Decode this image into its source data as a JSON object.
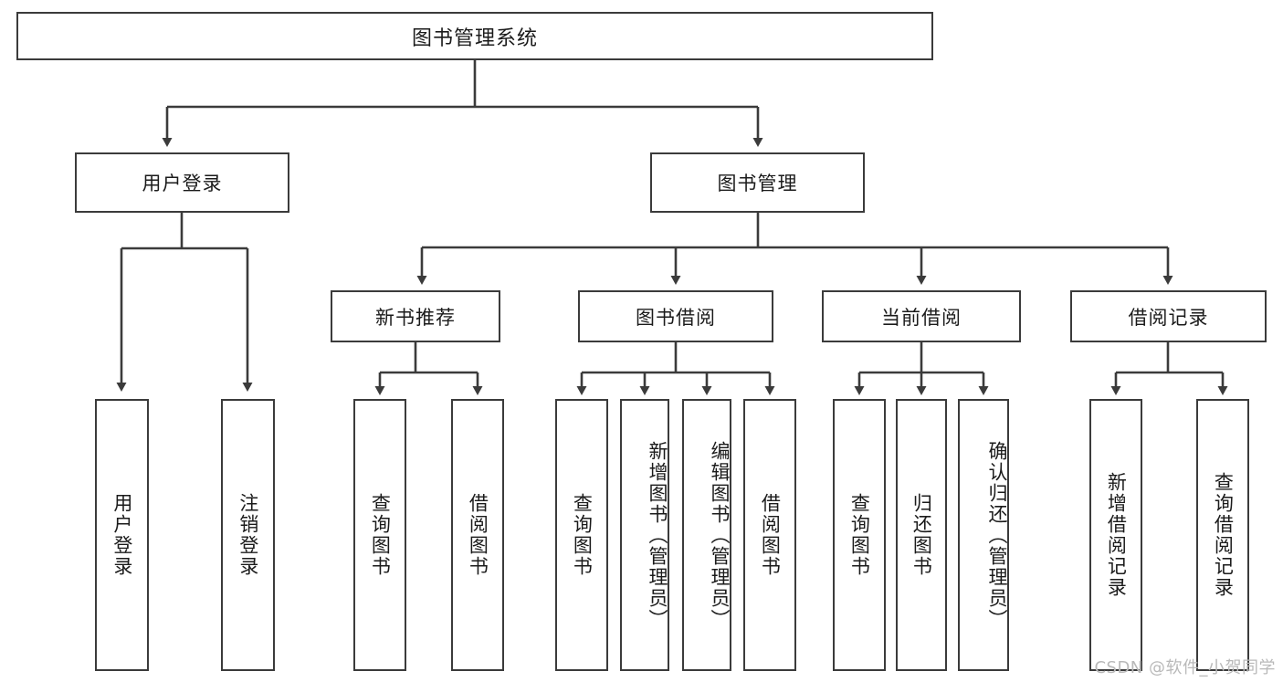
{
  "diagram": {
    "title": "图书管理系统",
    "type": "hierarchy-tree",
    "root": {
      "id": "root",
      "label": "图书管理系统"
    },
    "level2": [
      {
        "id": "user-login",
        "label": "用户登录"
      },
      {
        "id": "book-management",
        "label": "图书管理"
      }
    ],
    "level3": [
      {
        "id": "new-book-recommend",
        "label": "新书推荐"
      },
      {
        "id": "book-borrow",
        "label": "图书借阅"
      },
      {
        "id": "current-borrow",
        "label": "当前借阅"
      },
      {
        "id": "borrow-record",
        "label": "借阅记录"
      }
    ],
    "leaves": {
      "user_login": [
        {
          "id": "leaf-user-login",
          "label": "用户登录"
        },
        {
          "id": "leaf-logout-login",
          "label": "注销登录"
        }
      ],
      "new_book_recommend": [
        {
          "id": "leaf-query-book-1",
          "label": "查询图书"
        },
        {
          "id": "leaf-borrow-book-1",
          "label": "借阅图书"
        }
      ],
      "book_borrow": [
        {
          "id": "leaf-query-book-2",
          "label": "查询图书"
        },
        {
          "id": "leaf-add-book",
          "label": "新增图书（管理员）"
        },
        {
          "id": "leaf-edit-book",
          "label": "编辑图书（管理员）"
        },
        {
          "id": "leaf-borrow-book-2",
          "label": "借阅图书"
        }
      ],
      "current_borrow": [
        {
          "id": "leaf-query-book-3",
          "label": "查询图书"
        },
        {
          "id": "leaf-return-book",
          "label": "归还图书"
        },
        {
          "id": "leaf-confirm-return",
          "label": "确认归还（管理员）"
        }
      ],
      "borrow_record": [
        {
          "id": "leaf-add-record",
          "label": "新增借阅记录"
        },
        {
          "id": "leaf-query-record",
          "label": "查询借阅记录"
        }
      ]
    },
    "colors": {
      "stroke": "#3b3b3b",
      "fill": "#ffffff",
      "text": "#1b1b1b",
      "watermark": "#b9b9b9"
    }
  },
  "watermark": {
    "text": "CSDN @软件_小贺同学"
  }
}
